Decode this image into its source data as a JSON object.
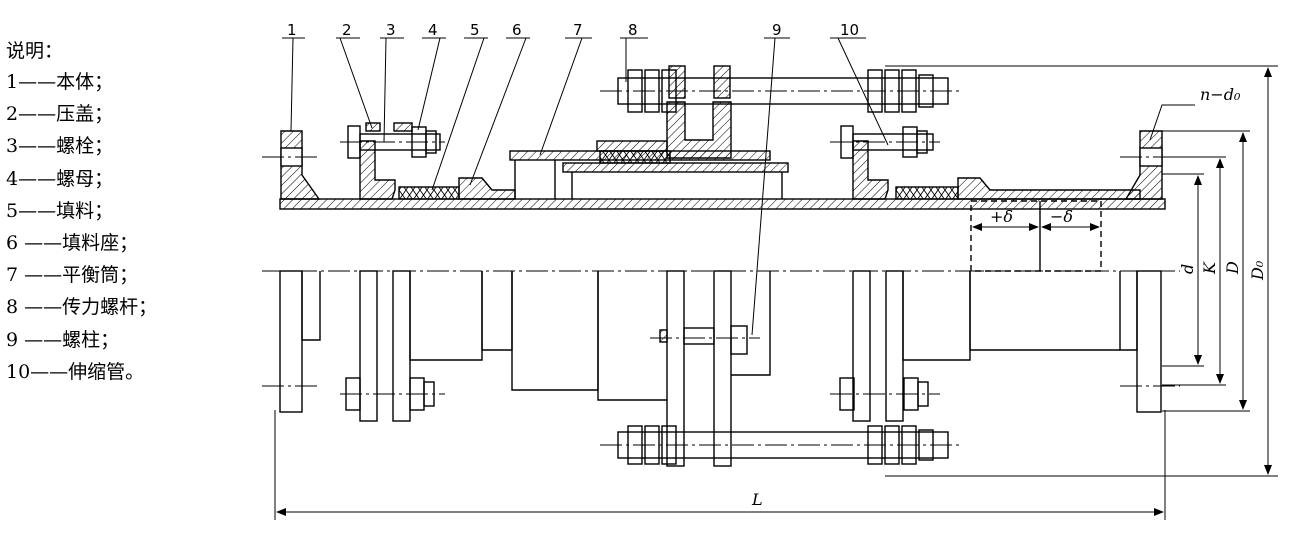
{
  "legend": {
    "title": "说明：",
    "items": [
      {
        "text": "1——本体；"
      },
      {
        "text": "2——压盖；"
      },
      {
        "text": "3——螺栓；"
      },
      {
        "text": "4——螺母；"
      },
      {
        "text": "5——填料；"
      },
      {
        "text": "6 ——填料座；"
      },
      {
        "text": "7 ——平衡筒；"
      },
      {
        "text": "8 ——传力螺杆；"
      },
      {
        "text": "9 ——螺柱；"
      },
      {
        "text": "10——伸缩管。"
      }
    ]
  },
  "callouts": [
    "1",
    "2",
    "3",
    "4",
    "5",
    "6",
    "7",
    "8",
    "9",
    "10"
  ],
  "dimensions": {
    "n_d0": "n−d₀",
    "d": "d",
    "K": "K",
    "D": "D",
    "D0": "D₀",
    "plus_delta": "+δ",
    "minus_delta": "−δ",
    "L": "L"
  }
}
